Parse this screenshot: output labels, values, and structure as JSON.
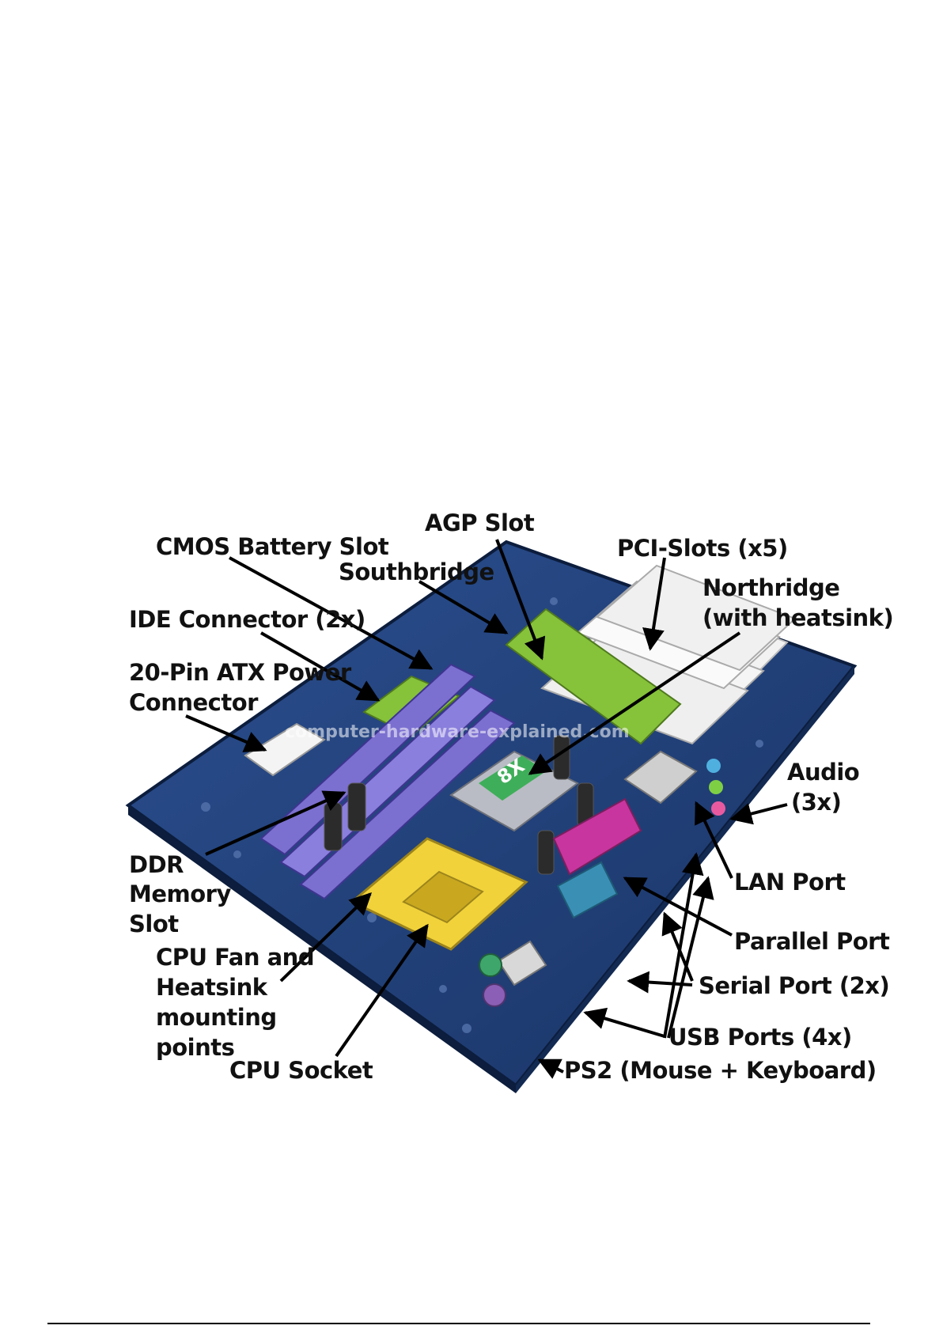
{
  "labels": {
    "agp_slot": "AGP Slot",
    "cmos_battery_slot": "CMOS Battery Slot",
    "southbridge": "Southbridge",
    "pci_slots": "PCI-Slots (x5)",
    "northbridge_line1": "Northridge",
    "northbridge_line2": "(with heatsink)",
    "ide_connector": "IDE Connector (2x)",
    "atx_power_line1": "20-Pin ATX Power",
    "atx_power_line2": "Connector",
    "audio_line1": "Audio",
    "audio_line2": "(3x)",
    "ddr_line1": "DDR",
    "ddr_line2": "Memory",
    "ddr_line3": "Slot",
    "lan_port": "LAN Port",
    "parallel_port": "Parallel Port",
    "cpu_fan_line1": "CPU Fan and",
    "cpu_fan_line2": "Heatsink",
    "cpu_fan_line3": "mounting",
    "cpu_fan_line4": "points",
    "serial_port": "Serial Port (2x)",
    "usb_ports": "USB Ports (4x)",
    "cpu_socket": "CPU Socket",
    "ps2": "PS2 (Mouse  + Keyboard)"
  },
  "board_markings": {
    "watermark": "computer-hardware-explained.com",
    "agp_chip": "8X"
  },
  "colors": {
    "board": "#1f3f7a",
    "ram_slot": "#7b6fd0",
    "agp_slot": "#86c23a",
    "pci_slot": "#f2f2f2",
    "cpu_socket": "#f1d23a",
    "parallel_port": "#c8359e",
    "ps2_mouse": "#8b5fb5",
    "ps2_keyboard": "#3ea66a",
    "capacitor": "#2b2b2b",
    "arrow": "#000000"
  }
}
